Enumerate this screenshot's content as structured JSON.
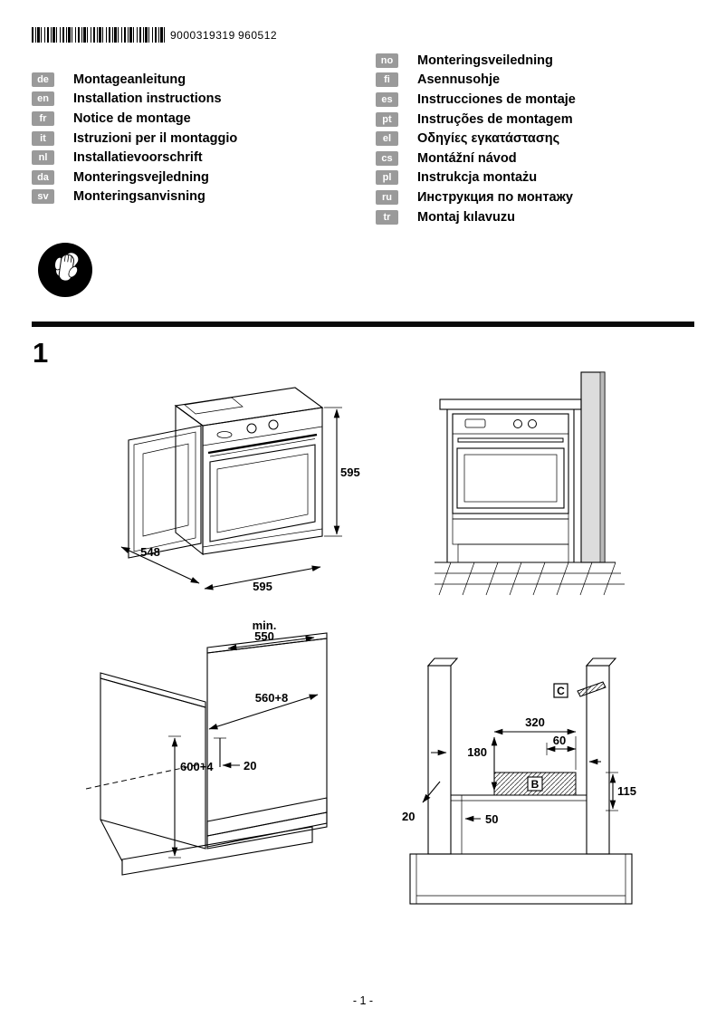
{
  "header": {
    "barcode_number": "9000319319",
    "date_code": "960512"
  },
  "languages": {
    "left": [
      {
        "code": "de",
        "label": "Montageanleitung"
      },
      {
        "code": "en",
        "label": "Installation instructions"
      },
      {
        "code": "fr",
        "label": "Notice de montage"
      },
      {
        "code": "it",
        "label": "Istruzioni per il montaggio"
      },
      {
        "code": "nl",
        "label": "Installatievoorschrift"
      },
      {
        "code": "da",
        "label": "Monteringsvejledning"
      },
      {
        "code": "sv",
        "label": "Monteringsanvisning"
      }
    ],
    "right": [
      {
        "code": "no",
        "label": "Monteringsveiledning"
      },
      {
        "code": "fi",
        "label": "Asennusohje"
      },
      {
        "code": "es",
        "label": "Instrucciones de montaje"
      },
      {
        "code": "pt",
        "label": "Instruções de montagem"
      },
      {
        "code": "el",
        "label": "Οδηγίες εγκατάστασης"
      },
      {
        "code": "cs",
        "label": "Montážní návod"
      },
      {
        "code": "pl",
        "label": "Instrukcja montażu"
      },
      {
        "code": "ru",
        "label": "Инструкция по монтажу"
      },
      {
        "code": "tr",
        "label": "Montaj kılavuzu"
      }
    ]
  },
  "section": {
    "number": "1"
  },
  "figures": {
    "oven3d": {
      "height_mm": "595",
      "width_mm": "595",
      "depth_mm": "548"
    },
    "cabinet": {
      "min_label": "min.",
      "depth_min": "550",
      "niche_width": "560+8",
      "niche_height": "600+4",
      "setback": "20"
    },
    "section_view": {
      "dim_320": "320",
      "dim_60": "60",
      "dim_180": "180",
      "dim_115": "115",
      "dim_50": "50",
      "dim_20": "20",
      "label_b": "B",
      "label_c": "C"
    }
  },
  "footer": {
    "page_label": "- 1 -"
  },
  "colors": {
    "badge_bg": "#9a9a9a",
    "line": "#000000",
    "panel_fill": "#ededed"
  }
}
